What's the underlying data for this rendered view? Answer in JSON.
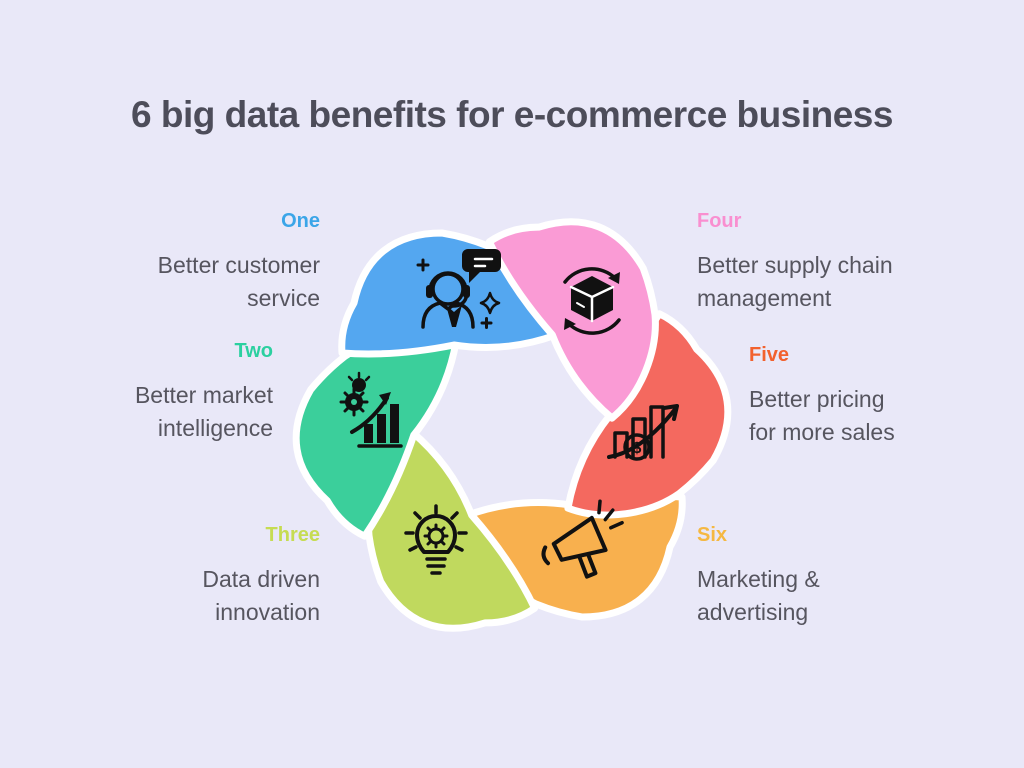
{
  "title": "6 big data benefits for e-commerce business",
  "background_color": "#E9E8F8",
  "title_color": "#4D4D5A",
  "body_text_color": "#56555F",
  "benefits": [
    {
      "number": "One",
      "number_color": "#3BA5E8",
      "lines": [
        "Better customer",
        "service"
      ],
      "icon": "customer-service-icon"
    },
    {
      "number": "Two",
      "number_color": "#2BD0A0",
      "lines": [
        "Better market",
        "intelligence"
      ],
      "icon": "market-intelligence-icon"
    },
    {
      "number": "Three",
      "number_color": "#C6DC52",
      "lines": [
        "Data driven",
        "innovation"
      ],
      "icon": "innovation-bulb-icon"
    },
    {
      "number": "Four",
      "number_color": "#F98FD0",
      "lines": [
        "Better supply chain",
        "management"
      ],
      "icon": "supply-chain-icon"
    },
    {
      "number": "Five",
      "number_color": "#F2612E",
      "lines": [
        "Better pricing",
        "for more sales"
      ],
      "icon": "pricing-chart-icon"
    },
    {
      "number": "Six",
      "number_color": "#F5B842",
      "lines": [
        "Marketing &",
        "advertising"
      ],
      "icon": "megaphone-icon"
    }
  ],
  "diagram": {
    "gap_color": "#FFFFFF",
    "blades": {
      "blue": "#54A7F0",
      "pink": "#FA9BD5",
      "red": "#F4695F",
      "orange": "#F8B04E",
      "lime": "#C0D95E",
      "teal": "#3BCF9B"
    }
  }
}
